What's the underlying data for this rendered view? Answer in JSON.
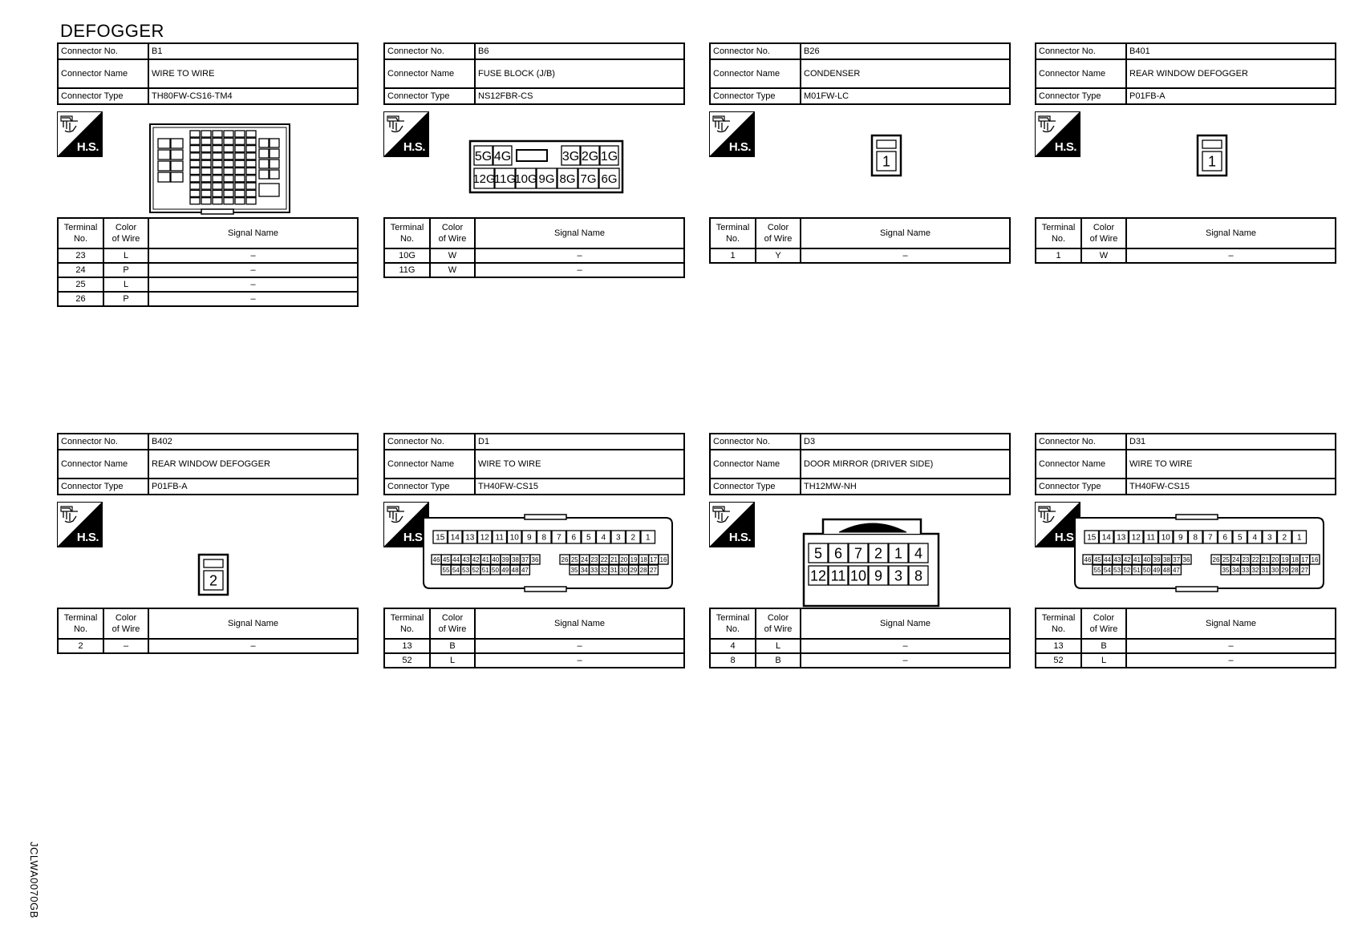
{
  "page": {
    "title": "DEFOGGER",
    "code": "JCLWA0070GB"
  },
  "labels": {
    "connector_no": "Connector No.",
    "connector_name": "Connector Name",
    "connector_type": "Connector Type",
    "terminal_no_l1": "Terminal",
    "terminal_no_l2": "No.",
    "color_l1": "Color",
    "color_l2": "of Wire",
    "signal_name": "Signal Name",
    "hs": "H.S."
  },
  "panels": [
    {
      "no": "B1",
      "name": "WIRE TO WIRE",
      "type": "TH80FW-CS16-TM4",
      "rows": [
        {
          "t": "23",
          "c": "L",
          "s": "–"
        },
        {
          "t": "24",
          "c": "P",
          "s": "–"
        },
        {
          "t": "25",
          "c": "L",
          "s": "–"
        },
        {
          "t": "26",
          "c": "P",
          "s": "–"
        }
      ]
    },
    {
      "no": "B6",
      "name": "FUSE BLOCK (J/B)",
      "type": "NS12FBR-CS",
      "pins_top": [
        "5G",
        "4G",
        "3G",
        "2G",
        "1G"
      ],
      "pins_bottom": [
        "12G",
        "11G",
        "10G",
        "9G",
        "8G",
        "7G",
        "6G"
      ],
      "rows": [
        {
          "t": "10G",
          "c": "W",
          "s": "–"
        },
        {
          "t": "11G",
          "c": "W",
          "s": "–"
        }
      ]
    },
    {
      "no": "B26",
      "name": "CONDENSER",
      "type": "M01FW-LC",
      "pin": "1",
      "rows": [
        {
          "t": "1",
          "c": "Y",
          "s": "–"
        }
      ]
    },
    {
      "no": "B401",
      "name": "REAR WINDOW DEFOGGER",
      "type": "P01FB-A",
      "pin": "1",
      "rows": [
        {
          "t": "1",
          "c": "W",
          "s": "–"
        }
      ]
    },
    {
      "no": "B402",
      "name": "REAR WINDOW DEFOGGER",
      "type": "P01FB-A",
      "pin": "2",
      "rows": [
        {
          "t": "2",
          "c": "–",
          "s": "–"
        }
      ]
    },
    {
      "no": "D1",
      "name": "WIRE TO WIRE",
      "type": "TH40FW-CS15",
      "pins_top": [
        "15",
        "14",
        "13",
        "12",
        "11",
        "10",
        "9",
        "8",
        "7",
        "6",
        "5",
        "4",
        "3",
        "2",
        "1"
      ],
      "pins_mid_left": [
        "46",
        "45",
        "44",
        "43",
        "42",
        "41",
        "40",
        "39",
        "38",
        "37",
        "36"
      ],
      "pins_mid_right": [
        "26",
        "25",
        "24",
        "23",
        "22",
        "21",
        "20",
        "19",
        "18",
        "17",
        "16"
      ],
      "pins_bot_left": [
        "55",
        "54",
        "53",
        "52",
        "51",
        "50",
        "49",
        "48",
        "47"
      ],
      "pins_bot_right": [
        "35",
        "34",
        "33",
        "32",
        "31",
        "30",
        "29",
        "28",
        "27"
      ],
      "rows": [
        {
          "t": "13",
          "c": "B",
          "s": "–"
        },
        {
          "t": "52",
          "c": "L",
          "s": "–"
        }
      ]
    },
    {
      "no": "D3",
      "name": "DOOR MIRROR (DRIVER SIDE)",
      "type": "TH12MW-NH",
      "pins_top": [
        "5",
        "6",
        "7",
        "2",
        "1",
        "4"
      ],
      "pins_bottom": [
        "12",
        "11",
        "10",
        "9",
        "3",
        "8"
      ],
      "rows": [
        {
          "t": "4",
          "c": "L",
          "s": "–"
        },
        {
          "t": "8",
          "c": "B",
          "s": "–"
        }
      ]
    },
    {
      "no": "D31",
      "name": "WIRE TO WIRE",
      "type": "TH40FW-CS15",
      "pins_top": [
        "15",
        "14",
        "13",
        "12",
        "11",
        "10",
        "9",
        "8",
        "7",
        "6",
        "5",
        "4",
        "3",
        "2",
        "1"
      ],
      "pins_mid_left": [
        "46",
        "45",
        "44",
        "43",
        "42",
        "41",
        "40",
        "39",
        "38",
        "37",
        "36"
      ],
      "pins_mid_right": [
        "26",
        "25",
        "24",
        "23",
        "22",
        "21",
        "20",
        "19",
        "18",
        "17",
        "16"
      ],
      "pins_bot_left": [
        "55",
        "54",
        "53",
        "52",
        "51",
        "50",
        "49",
        "48",
        "47"
      ],
      "pins_bot_right": [
        "35",
        "34",
        "33",
        "32",
        "31",
        "30",
        "29",
        "28",
        "27"
      ],
      "rows": [
        {
          "t": "13",
          "c": "B",
          "s": "–"
        },
        {
          "t": "52",
          "c": "L",
          "s": "–"
        }
      ]
    }
  ]
}
